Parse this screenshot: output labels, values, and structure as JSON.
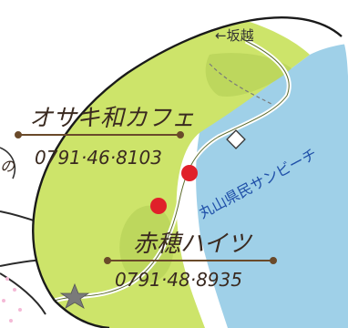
{
  "places": {
    "cafe": {
      "name": "オサキ和カフェ",
      "phone": "0791·46·8103"
    },
    "hotel": {
      "name": "赤穂ハイツ",
      "phone": "0791·48·8935"
    }
  },
  "labels": {
    "pass_direction": "←坂越",
    "beach": "丸山県民サンビーチ",
    "edge_fragment": "の"
  },
  "colors": {
    "land": "#cde46a",
    "land_dark": "#8fb43a",
    "sea": "#9fd0e8",
    "marker": "#e0202a",
    "ink": "#3a2a20",
    "beach_text": "#1f4fa8",
    "lens_outline": "#1a1a1a"
  },
  "icons": [
    "gray-star-icon",
    "gate-icon"
  ]
}
